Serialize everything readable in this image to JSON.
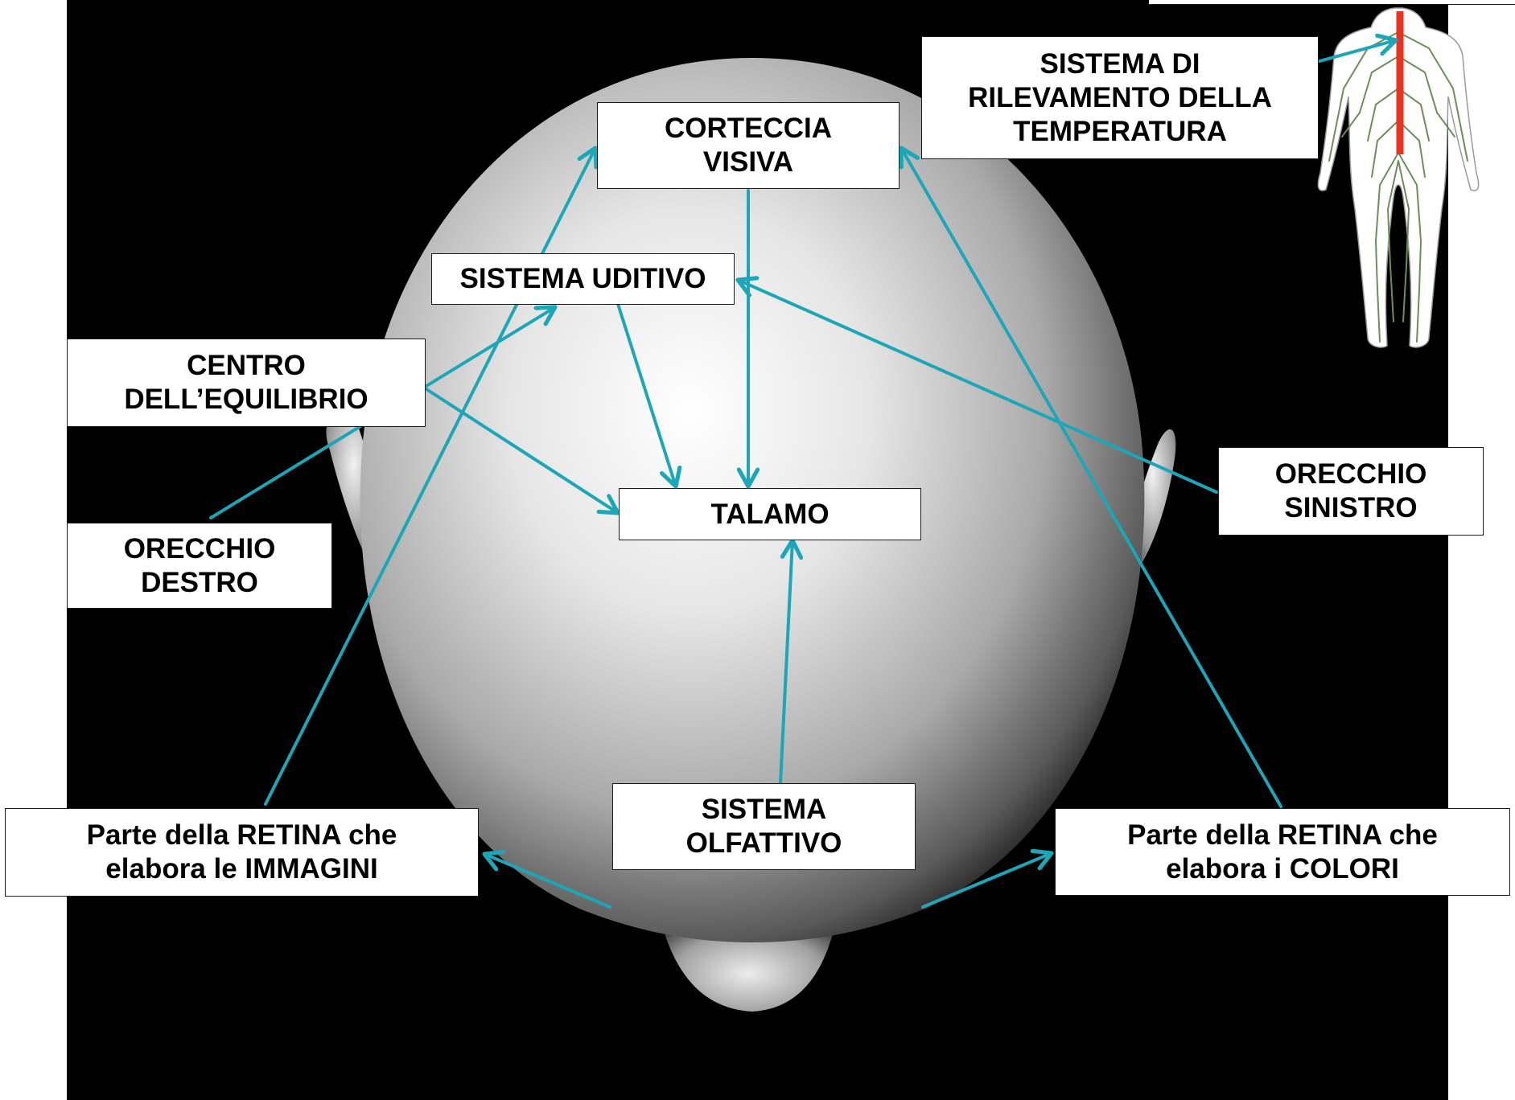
{
  "labels": {
    "corteccia_visiva": "CORTECCIA\nVISIVA",
    "sistema_uditivo": "SISTEMA UDITIVO",
    "centro_equilibrio": "CENTRO\nDELL’EQUILIBRIO",
    "talamo": "TALAMO",
    "orecchio_destro": "ORECCHIO\nDESTRO",
    "orecchio_sinistro": "ORECCHIO\nSINISTRO",
    "sistema_temperatura": "SISTEMA DI\nRILEVAMENTO DELLA\nTEMPERATURA",
    "sistema_olfattivo": "SISTEMA\nOLFATTIVO",
    "retina_immagini": "Parte della RETINA che\nelabora le IMMAGINI",
    "retina_colori": "Parte della RETINA che\nelabora i COLORI"
  },
  "colors": {
    "arrow": "#1ba7b8",
    "spine": "#e8321e",
    "nerves": "#6b8f5a",
    "background": "#000000",
    "box_border": "#1a1a1a"
  },
  "icons": {
    "human_figure": "nervous-system-figure-icon"
  }
}
